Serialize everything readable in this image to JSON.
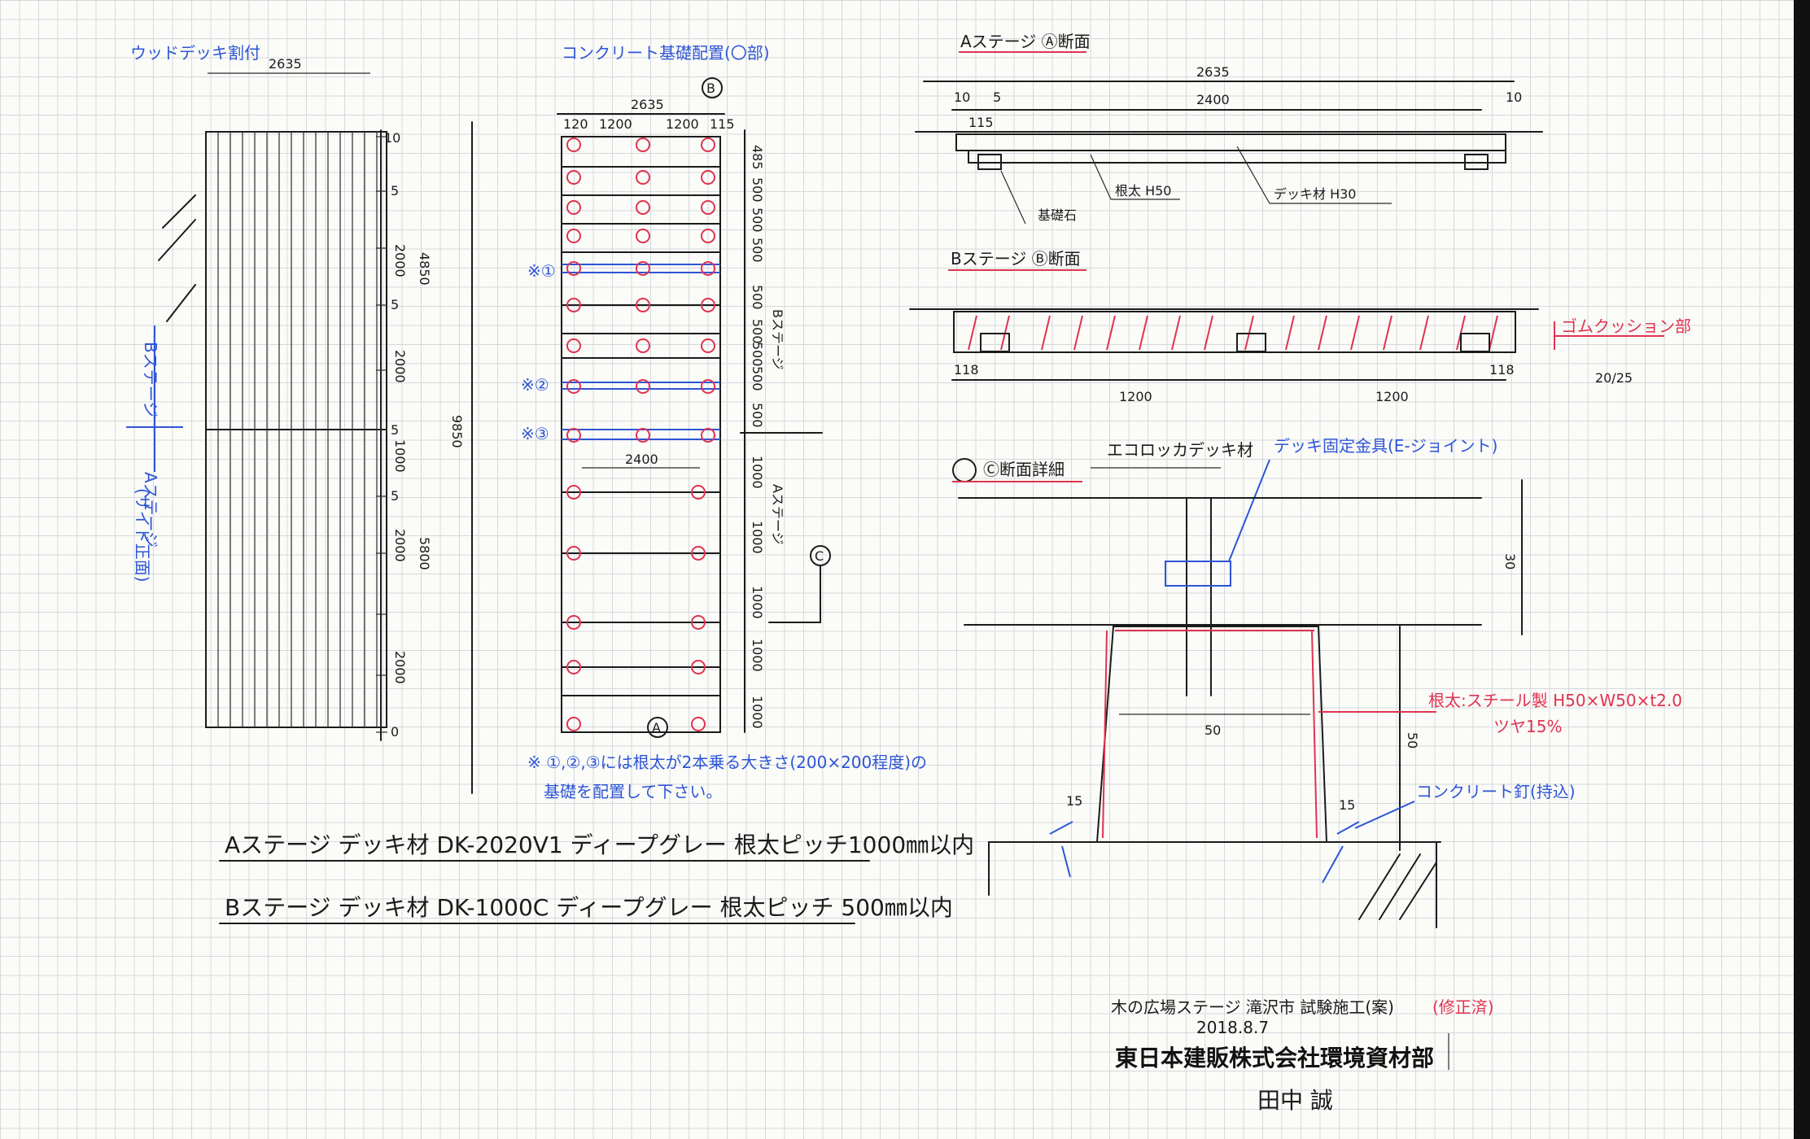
{
  "plan_left": {
    "title": "ウッドデッキ割付",
    "width_dim": "2635",
    "mark_10": "10",
    "mark_5": "5",
    "mark_0": "0",
    "dim_2000a": "2000",
    "dim_2000b": "2000",
    "dim_2000c": "2000",
    "dim_1000": "1000",
    "dim_4850": "4850",
    "dim_5800": "5800",
    "dim_9850": "9850",
    "b_stage": "Bステージ",
    "a_stage": "Aステージ",
    "side_note": "(サイド正面)"
  },
  "plan_mid": {
    "title": "コンクリート基礎配置(〇部)",
    "top_dim": "2635",
    "sub_dims": [
      "120",
      "1200",
      "1200",
      "115"
    ],
    "section_b": "B",
    "section_a": "A",
    "section_c": "C",
    "inner_dim": "2400",
    "side_dims": [
      "485",
      "500",
      "500",
      "500",
      "500",
      "500",
      "500",
      "500",
      "500",
      "1000",
      "1000",
      "1000",
      "1000",
      "1000"
    ],
    "b_stage": "Bステージ",
    "a_stage": "Aステージ",
    "marks": [
      "※①",
      "※②",
      "※③"
    ],
    "note_line1": "※ ①,②,③には根太が2本乗る大きさ(200×200程度)の",
    "note_line2": "基礎を配置して下さい。"
  },
  "spec": {
    "a_line": "Aステージ  デッキ材 DK-2020V1  ディープグレー  根太ピッチ1000㎜以内",
    "b_line": "Bステージ  デッキ材 DK-1000C  ディープグレー  根太ピッチ 500㎜以内"
  },
  "sec_a": {
    "title": "Aステージ Ⓐ断面",
    "dim_total": "2635",
    "dim_2400": "2400",
    "dim_10l": "10",
    "dim_5": "5",
    "dim_10r": "10",
    "dim_115": "115",
    "label_found": "基礎石",
    "label_joist": "根太 H50",
    "label_deck": "デッキ材 H30"
  },
  "sec_b": {
    "title": "Bステージ Ⓑ断面",
    "label_red": "ゴムクッション部",
    "dim_118a": "118",
    "dim_1200a": "1200",
    "dim_1200b": "1200",
    "dim_118b": "118",
    "dim_side": "20/25"
  },
  "sec_c": {
    "title": "Ⓒ断面詳細",
    "label_deck": "エコロッカデッキ材",
    "label_fix": "デッキ固定金具(E-ジョイント)",
    "dim_30": "30",
    "dim_50": "50",
    "dim_h": "50",
    "dim_15a": "15",
    "dim_15b": "15",
    "label_joist": "根太:スチール製 H50×W50×t2.0",
    "label_paint": "ツヤ15%",
    "label_anchor": "コンクリート釘(持込)"
  },
  "footer": {
    "project": "木の広場ステージ 滝沢市 試験施工(案)",
    "revision": "(修正済)",
    "date": "2018.8.7",
    "company": "東日本建販株式会社環境資材部",
    "author": "田中 誠"
  },
  "colors": {
    "red": "#e0334f",
    "blue": "#2d55d6",
    "ink": "#1b1b1b",
    "paper": "#fbfbf8"
  }
}
